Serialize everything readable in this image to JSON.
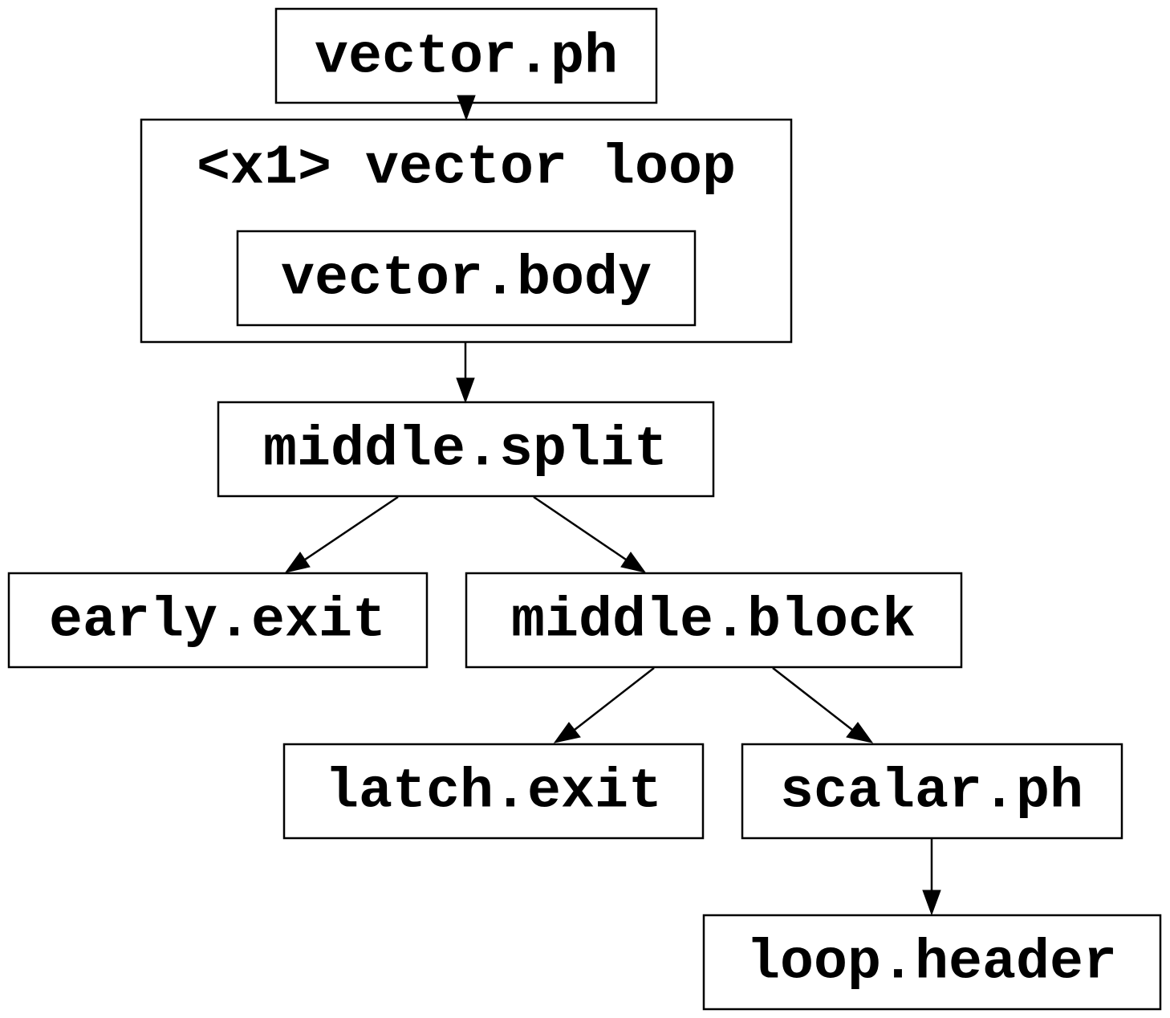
{
  "diagram": {
    "cluster": {
      "label": "<x1> vector loop"
    },
    "nodes": {
      "vector_ph": "vector.ph",
      "vector_body": "vector.body",
      "middle_split": "middle.split",
      "early_exit": "early.exit",
      "middle_block": "middle.block",
      "latch_exit": "latch.exit",
      "scalar_ph": "scalar.ph",
      "loop_header": "loop.header"
    },
    "edges": [
      {
        "from": "vector.ph",
        "to": "<x1> vector loop"
      },
      {
        "from": "<x1> vector loop",
        "to": "middle.split"
      },
      {
        "from": "middle.split",
        "to": "early.exit"
      },
      {
        "from": "middle.split",
        "to": "middle.block"
      },
      {
        "from": "middle.block",
        "to": "latch.exit"
      },
      {
        "from": "middle.block",
        "to": "scalar.ph"
      },
      {
        "from": "scalar.ph",
        "to": "loop.header"
      }
    ]
  }
}
